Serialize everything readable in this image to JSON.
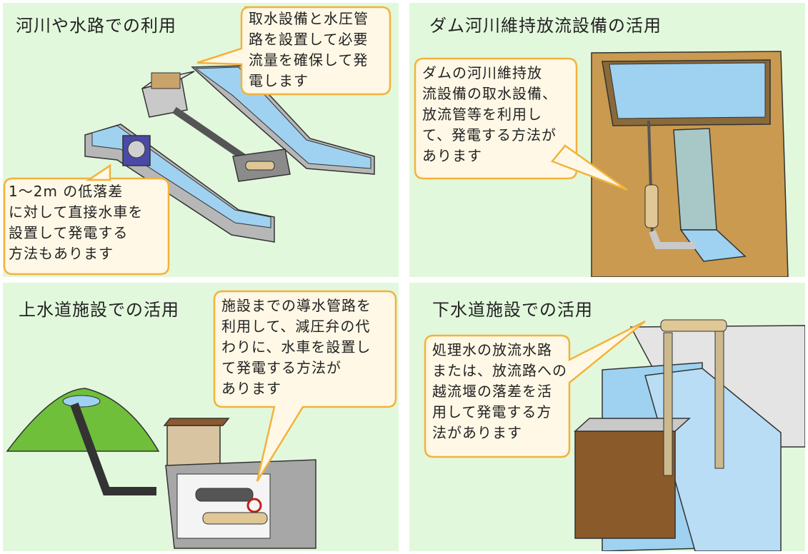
{
  "panels": [
    {
      "title": "河川や水路での利用",
      "callouts": [
        "取水設備と水圧管\n路を設置して必要\n流量を確保して発\n電します",
        "1～2m の低落差\nに対して直接水車を\n設置して発電する\n方法もあります"
      ]
    },
    {
      "title": "ダム河川維持放流設備の活用",
      "callouts": [
        "ダムの河川維持放\n流設備の取水設備、\n放流管等を利用し\nて、発電する方法が\nあります"
      ]
    },
    {
      "title": "上水道施設での活用",
      "callouts": [
        "施設までの導水管路を\n利用して、減圧弁の代\nわりに、水車を設置し\nて発電する方法が\nあります"
      ]
    },
    {
      "title": "下水道施設での活用",
      "callouts": [
        "処理水の放流水路\nまたは、放流路への\n越流堰の落差を活\n用して発電する方\n法があります"
      ]
    }
  ],
  "colors": {
    "panel_bg": "#e2f8dc",
    "bubble_fill": "#fff8e6",
    "bubble_stroke": "#f3b23c",
    "water": "#9fd2f0",
    "concrete": "#c9c9c9",
    "earth": "#c99a4f",
    "pipe": "#cdb98e"
  }
}
